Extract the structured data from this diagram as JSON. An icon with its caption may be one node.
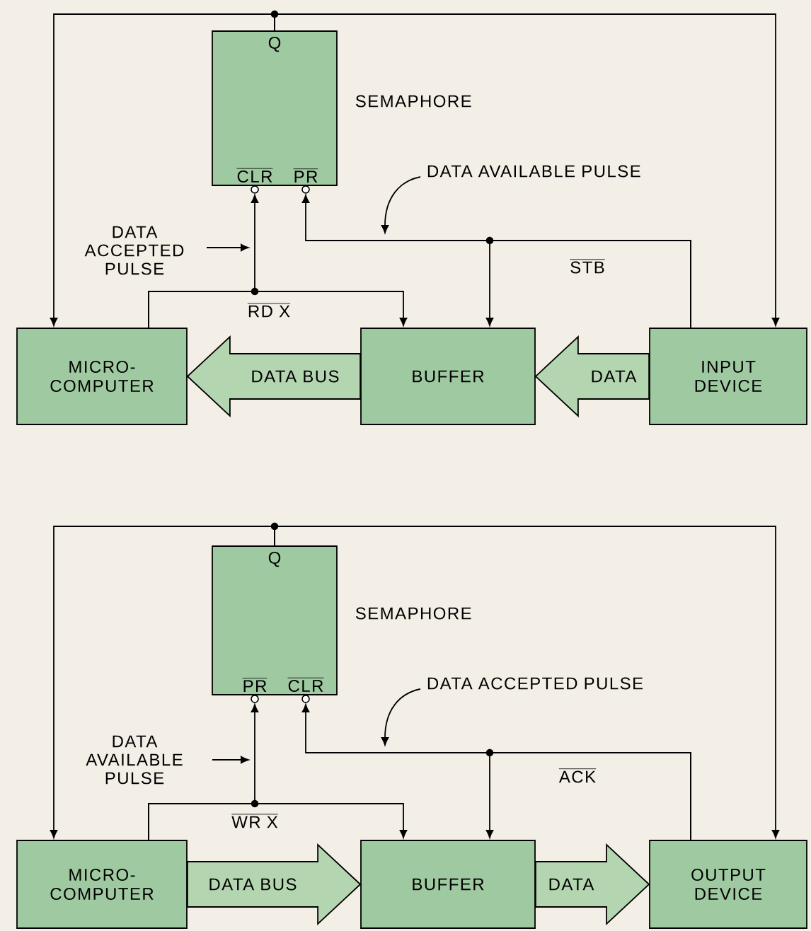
{
  "diagram": {
    "nodes": [
      {
        "text": [
          "Q",
          "CLR",
          "PR"
        ],
        "beside": [
          "SEMAPHORE"
        ]
      },
      {
        "text": [
          "MICRO- COMPUTER"
        ]
      },
      {
        "text": [
          "BUFFER"
        ]
      },
      {
        "text": [
          "INPUT DEVICE"
        ]
      },
      {
        "text": [
          "Q",
          "PR",
          "CLR"
        ],
        "beside": [
          "SEMAPHORE"
        ]
      },
      {
        "text": [
          "MICRO- COMPUTER"
        ]
      },
      {
        "text": [
          "BUFFER"
        ]
      },
      {
        "text": [
          "OUTPUT DEVICE"
        ]
      }
    ],
    "edges": [
      {
        "from": 0,
        "to": 1,
        "arrow": "to"
      },
      {
        "from": 0,
        "to": 3,
        "arrow": "to"
      },
      {
        "from": 1,
        "to": 2,
        "arrow": "to"
      },
      {
        "from": 1,
        "to": 0,
        "arrow": "to"
      },
      {
        "from": 3,
        "to": 0,
        "arrow": "to"
      },
      {
        "from": 3,
        "to": 2,
        "arrow": "to"
      },
      {
        "from": 2,
        "to": 1,
        "arrow": "to",
        "label": "DATA BUS",
        "style": "thick"
      },
      {
        "from": 3,
        "to": 2,
        "arrow": "to",
        "label": "DATA",
        "style": "thick"
      },
      {
        "from": 4,
        "to": 5,
        "arrow": "to"
      },
      {
        "from": 4,
        "to": 7,
        "arrow": "to"
      },
      {
        "from": 5,
        "to": 6,
        "arrow": "to"
      },
      {
        "from": 5,
        "to": 4,
        "arrow": "to"
      },
      {
        "from": 7,
        "to": 4,
        "arrow": "to"
      },
      {
        "from": 7,
        "to": 6,
        "arrow": "to"
      },
      {
        "from": 5,
        "to": 6,
        "arrow": "to",
        "label": "DATA BUS",
        "style": "thick"
      },
      {
        "from": 6,
        "to": 7,
        "arrow": "to",
        "label": "DATA",
        "style": "thick"
      }
    ],
    "labels": [
      "DATA AVAILABLE PULSE",
      "DATA ACCEPTED PULSE",
      "STB",
      "RD X",
      "DATA ACCEPTED PULSE",
      "DATA AVAILABLE PULSE",
      "ACK",
      "WR X"
    ]
  }
}
